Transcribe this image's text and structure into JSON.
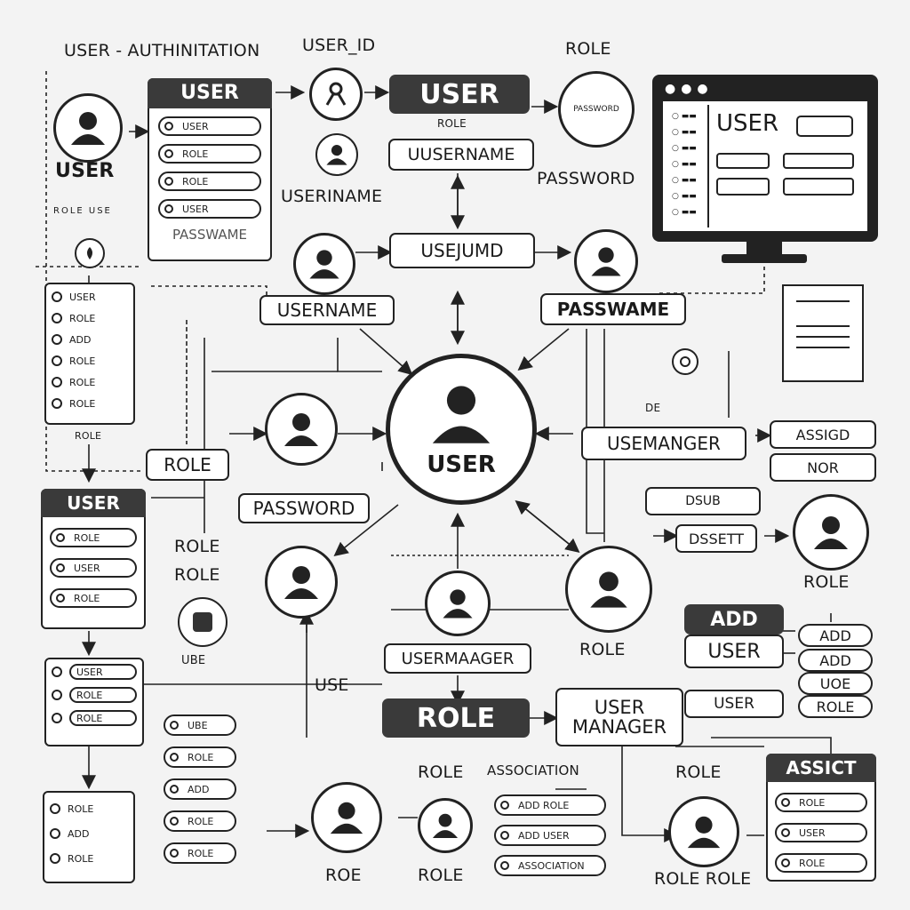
{
  "top": {
    "auth_title": "USER - AUTHINITATION",
    "user_id": "USER_ID",
    "role": "ROLE",
    "password": "PASSWORD",
    "userirname": "USERINAME"
  },
  "left_top": {
    "user_label": "USER",
    "panel_title": "USER",
    "panel_fields": [
      "USER",
      "ROLE",
      "ROLE",
      "USER"
    ],
    "panel_footer": "PASSWAME",
    "dotted_caption": "ROLE USE"
  },
  "center_top": {
    "user_title": "USER",
    "user_sub": "ROLE",
    "usernname_box": "UUSERNAME",
    "usejumd_box": "USEJUMD",
    "role_circle_text": "PASSWORD"
  },
  "monitor": {
    "title": "USER"
  },
  "mid": {
    "username_box": "USERNAME",
    "passwame_box": "PASSWAME",
    "hub_label": "USER",
    "role_box": "ROLE",
    "password_box": "PASSWORD",
    "usemanger_box": "USEMANGER",
    "userrmaager_box": "USERMAAGER",
    "role_label_right": "ROLE",
    "role_left_1": "ROLE",
    "role_left_2": "ROLE",
    "use_label": "USE",
    "ube_caption": "UBE"
  },
  "right": {
    "assign_box": "ASSIGD",
    "nor_box": "NOR",
    "dsub_box": "DSUB",
    "dssett_box": "DSSETT",
    "role_under_node": "ROLE",
    "add_title": "ADD",
    "add_user": "USER",
    "add_user_2": "USER",
    "stack": [
      "ADD",
      "ADD",
      "UOE",
      "ROLE"
    ],
    "de_caption": "DE"
  },
  "bottom": {
    "role_dark": "ROLE",
    "user_manager": "USER MANAGER",
    "role_a": "ROLE",
    "assoc": "ASSOCIATION",
    "role_b": "ROLE",
    "roe": "ROE",
    "role_c": "ROLE",
    "role_role": "ROLE ROLE",
    "assict_title": "ASSICT",
    "assict_fields": [
      "ROLE",
      "USER",
      "ROLE"
    ],
    "center_list": [
      "ADD ROLE",
      "ADD USER",
      "ASSOCIATION"
    ],
    "small_list": [
      "UBE",
      "ROLE",
      "ADD",
      "ROLE",
      "ROLE"
    ]
  },
  "left_lists": {
    "list1": [
      "USER",
      "ROLE",
      "ADD",
      "ROLE",
      "ROLE",
      "ROLE"
    ],
    "list1_caption": "ROLE",
    "user_panel_title": "USER",
    "user_panel_fields": [
      "ROLE",
      "USER",
      "ROLE"
    ],
    "list2": [
      "USER",
      "ROLE",
      "ROLE"
    ],
    "list3": [
      "ROLE",
      "ADD",
      "ROLE"
    ]
  }
}
